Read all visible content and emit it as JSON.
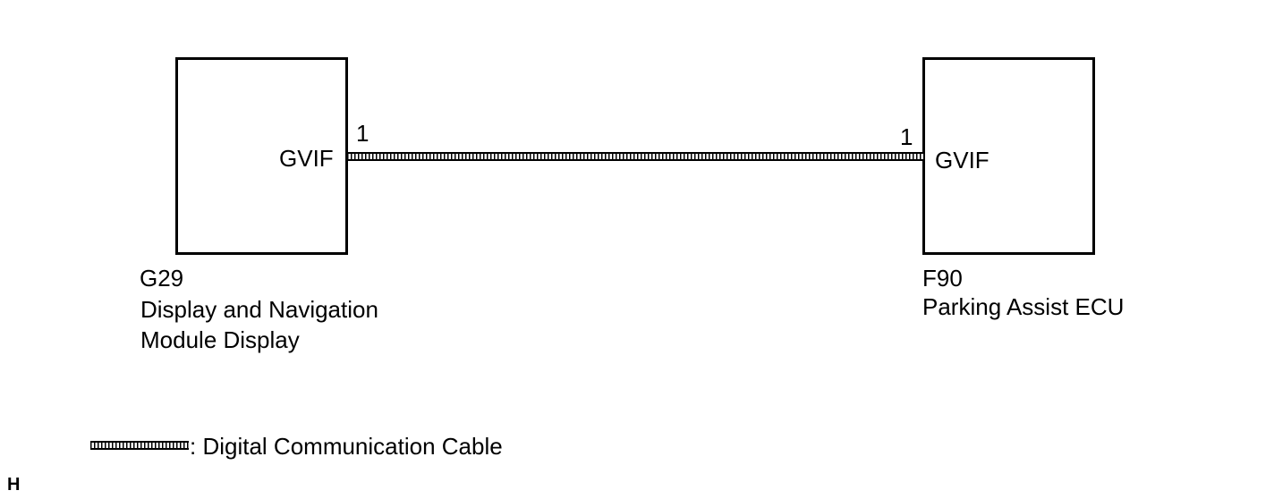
{
  "left_component": {
    "code": "G29",
    "name_line1": "Display and Navigation",
    "name_line2": "Module Display",
    "terminal_label": "GVIF",
    "pin_number": "1"
  },
  "right_component": {
    "code": "F90",
    "name_line1": "Parking Assist ECU",
    "terminal_label": "GVIF",
    "pin_number": "1"
  },
  "legend": {
    "label": ": Digital Communication Cable"
  },
  "corner_mark": "H"
}
